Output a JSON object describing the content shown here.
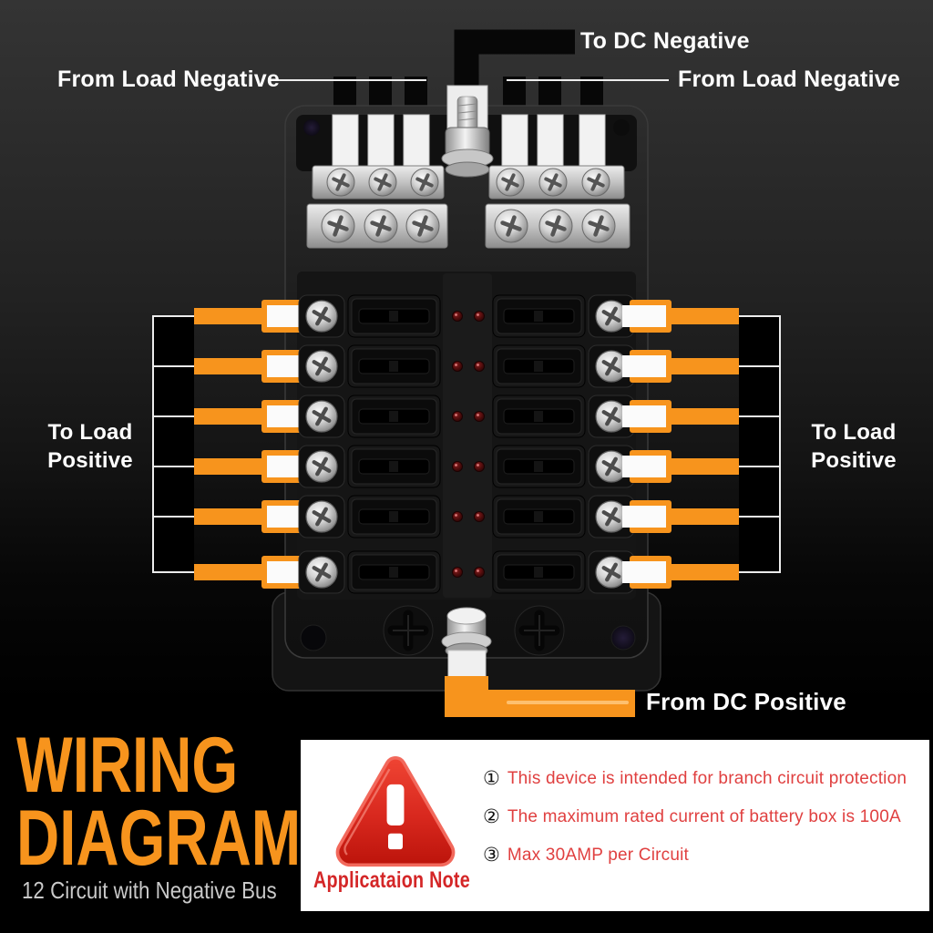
{
  "diagram": {
    "to_dc_negative": "To DC Negative",
    "from_load_negative_left": "From Load Negative",
    "from_load_negative_right": "From Load Negative",
    "to_load_positive_left": "To Load Positive",
    "to_load_positive_right": "To Load Positive",
    "from_dc_positive": "From DC Positive"
  },
  "footer": {
    "title_line1": "WIRING",
    "title_line2": "DIAGRAM",
    "subtitle": "12 Circuit with Negative Bus",
    "note_caption": "Applicataion Note",
    "notes": [
      {
        "num": "①",
        "text": "This device is intended for branch circuit protection"
      },
      {
        "num": "②",
        "text": "The maximum rated current of battery box is 100A"
      },
      {
        "num": "③",
        "text": "Max 30AMP per Circuit"
      }
    ]
  },
  "colors": {
    "wire_orange": "#F7941D",
    "title_orange": "#F7941D",
    "note_red": "#E04040",
    "caption_red": "#D42627",
    "triangle_red": "#D8281E",
    "label_white": "#FFFFFF",
    "led_red": "#4A0B0B"
  }
}
